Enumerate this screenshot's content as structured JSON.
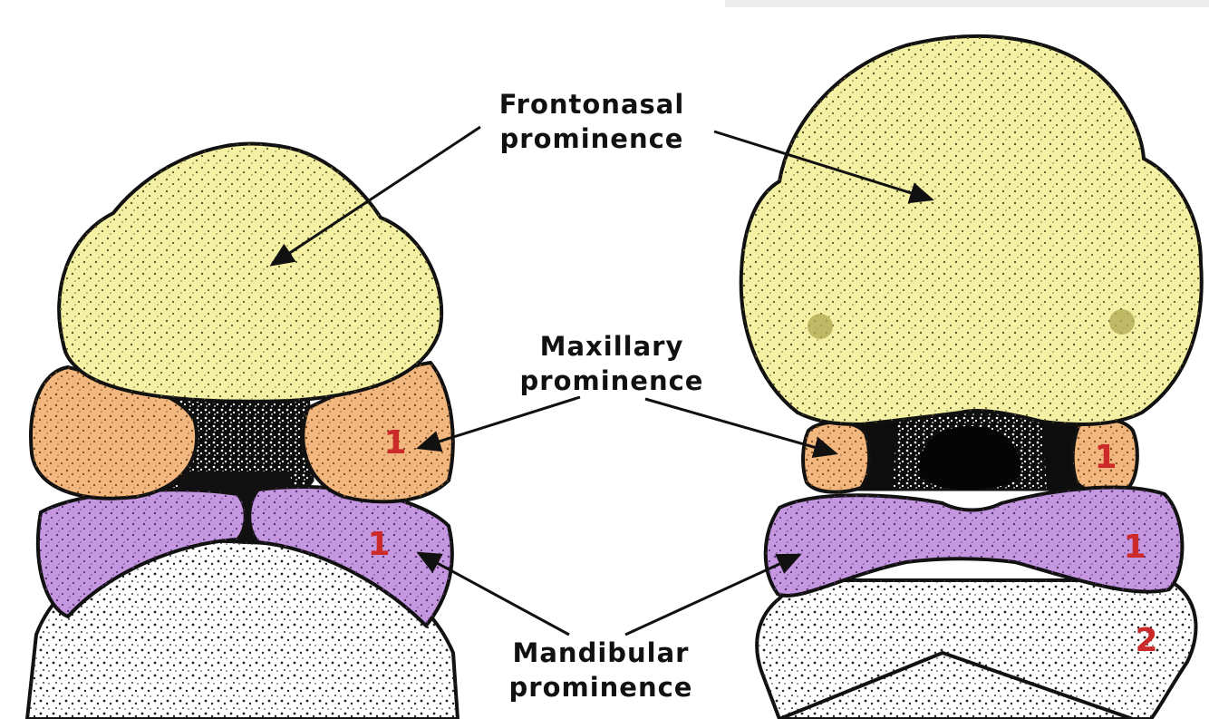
{
  "labels": {
    "frontonasal_line1": "Frontonasal",
    "frontonasal_line2": "prominence",
    "maxillary_line1": "Maxillary",
    "maxillary_line2": "prominence",
    "mandibular_line1": "Mandibular",
    "mandibular_line2": "prominence"
  },
  "arch_numbers": {
    "left_maxillary": "1",
    "left_mandibular": "1",
    "right_maxillary": "1",
    "right_mandibular": "1",
    "right_second_arch": "2"
  },
  "colors": {
    "frontonasal": "#f4f0a4",
    "maxillary": "#f1b77e",
    "mandibular": "#c497e0",
    "other_tissue": "#ffffff",
    "outline": "#111111",
    "number_text": "#cc2a2a"
  }
}
